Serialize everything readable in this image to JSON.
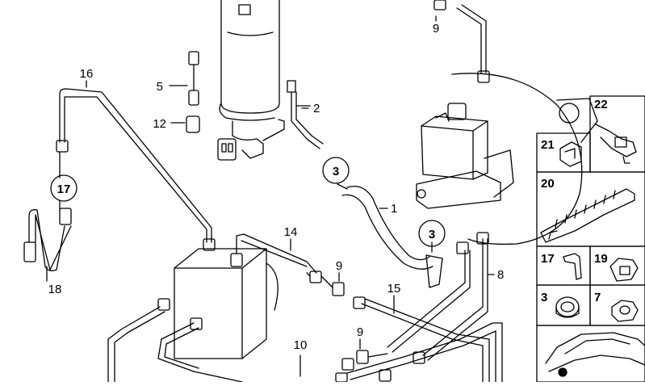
{
  "callouts": {
    "c1": "1",
    "c2": "2",
    "c5": "5",
    "c8": "8",
    "c9a": "9",
    "c9b": "9",
    "c9c": "9",
    "c10": "10",
    "c12": "12",
    "c14": "14",
    "c15": "15",
    "c16": "16",
    "c18": "18",
    "c3a": "3",
    "c3b": "3",
    "c17": "17"
  },
  "panel": {
    "p22": "22",
    "p21": "21",
    "p20": "20",
    "p17": "17",
    "p19": "19",
    "p3": "3",
    "p7": "7"
  }
}
